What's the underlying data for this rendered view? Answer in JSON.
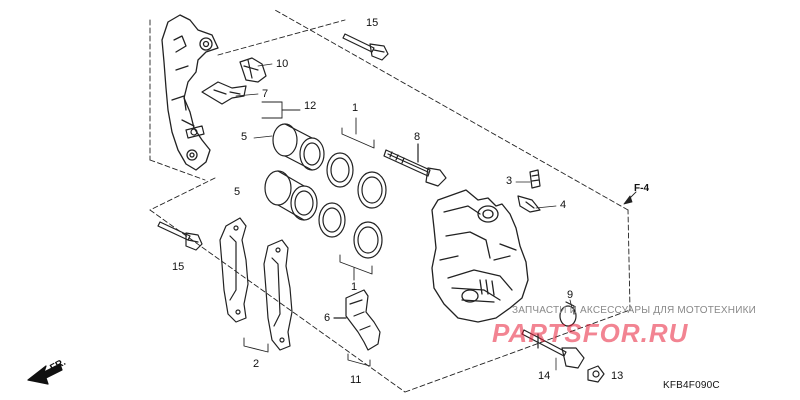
{
  "diagram": {
    "code": "KFB4F090C",
    "front_marker": "FR.",
    "ref_label": "F-4",
    "callouts": {
      "n1_upper": "1",
      "n1_lower": "1",
      "n2": "2",
      "n3": "3",
      "n4": "4",
      "n5_upper": "5",
      "n5_lower": "5",
      "n6": "6",
      "n7": "7",
      "n8": "8",
      "n9": "9",
      "n10": "10",
      "n11": "11",
      "n12": "12",
      "n13": "13",
      "n14": "14",
      "n15_upper": "15",
      "n15_lower": "15"
    }
  },
  "watermark": {
    "tagline": "ЗАПЧАСТИ И АКСЕССУАРЫ ДЛЯ МОТОТЕХНИКИ",
    "logo": "PARTSFOR.RU",
    "color": "#e8213a"
  }
}
